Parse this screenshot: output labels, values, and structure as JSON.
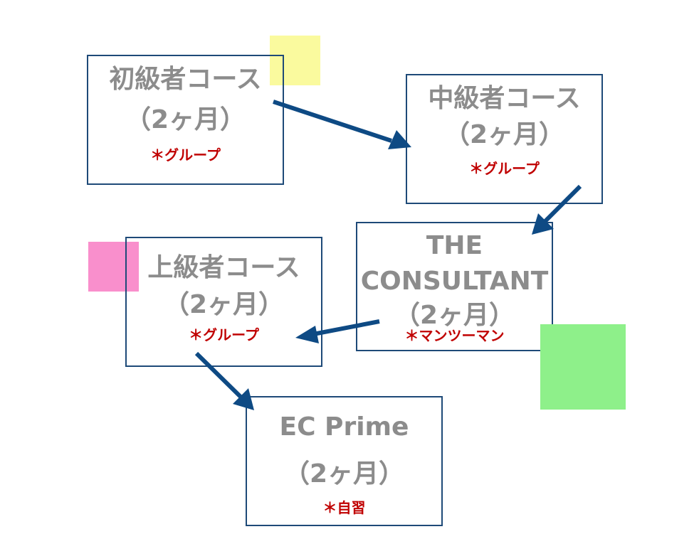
{
  "colors": {
    "box_border": "#1e4a78",
    "text_gray": "#8c8c8c",
    "note_red": "#c00000",
    "arrow": "#0e4a84",
    "sticky_yellow": "#fafa9e",
    "sticky_pink": "#f98fcc",
    "sticky_green": "#8ef08a"
  },
  "nodes": {
    "beginner": {
      "title": "初級者コース",
      "duration": "（2ヶ月）",
      "note": "＊グループ"
    },
    "intermediate": {
      "title": "中級者コース",
      "duration": "（2ヶ月）",
      "note": "＊グループ"
    },
    "consultant": {
      "title_line1": "THE",
      "title_line2": "CONSULTANT",
      "duration": "（2ヶ月）",
      "note": "＊マンツーマン"
    },
    "advanced": {
      "title": "上級者コース",
      "duration": "（2ヶ月）",
      "note": "＊グループ"
    },
    "ecprime": {
      "title": "EC Prime",
      "duration": "（2ヶ月）",
      "note": "＊自習"
    }
  },
  "edges": [
    {
      "from": "beginner",
      "to": "intermediate"
    },
    {
      "from": "intermediate",
      "to": "consultant"
    },
    {
      "from": "consultant",
      "to": "advanced"
    },
    {
      "from": "advanced",
      "to": "ecprime"
    }
  ]
}
